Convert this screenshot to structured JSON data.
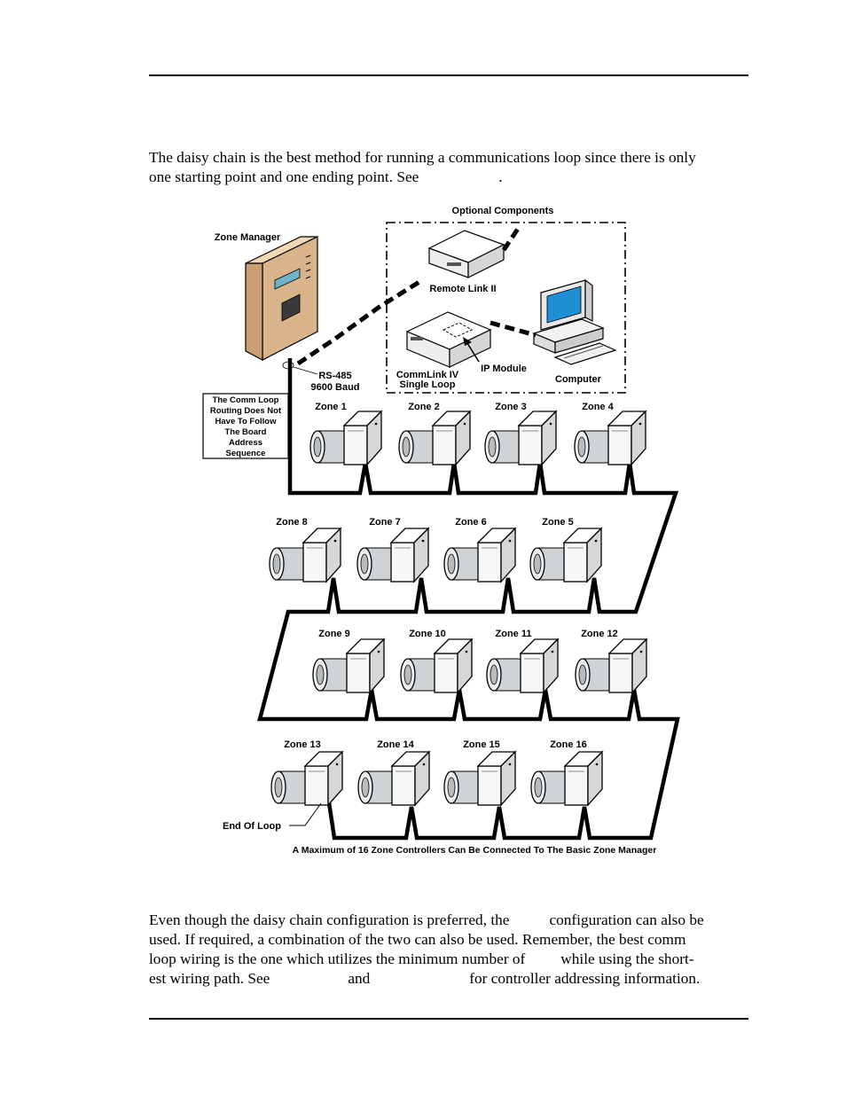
{
  "intro": {
    "line1": "The daisy chain is the best method for running a communications loop since there is only",
    "line2_a": "one starting point and one ending point. See",
    "line2_b": "."
  },
  "diagram": {
    "optional_components": "Optional Components",
    "zone_manager": "Zone Manager",
    "remote_link": "Remote Link II",
    "commlink_line1": "CommLink IV",
    "commlink_line2": "Single Loop",
    "ip_module": "IP Module",
    "computer": "Computer",
    "rs485_line1": "RS-485",
    "rs485_line2": "9600 Baud",
    "note_lines": [
      "The Comm Loop",
      "Routing Does Not",
      "Have To Follow",
      "The Board",
      "Address",
      "Sequence"
    ],
    "zones": [
      "Zone 1",
      "Zone 2",
      "Zone 3",
      "Zone 4",
      "Zone 8",
      "Zone 7",
      "Zone 6",
      "Zone 5",
      "Zone 9",
      "Zone 10",
      "Zone 11",
      "Zone 12",
      "Zone 13",
      "Zone 14",
      "Zone 15",
      "Zone 16"
    ],
    "end_of_loop": "End Of Loop",
    "caption": "A Maximum of 16 Zone Controllers Can Be Connected To The Basic Zone Manager"
  },
  "body": {
    "line1_a": "Even though the daisy chain configuration is preferred, the",
    "line1_b": "configuration can also be",
    "line2": "used. If required, a combination of the two can also be used. Remember, the best comm",
    "line3_a": "loop wiring is the one which utilizes the minimum number of",
    "line3_b": "while using the short-",
    "line4_a": "est wiring path. See",
    "line4_b": "and",
    "line4_c": "for controller addressing information."
  }
}
